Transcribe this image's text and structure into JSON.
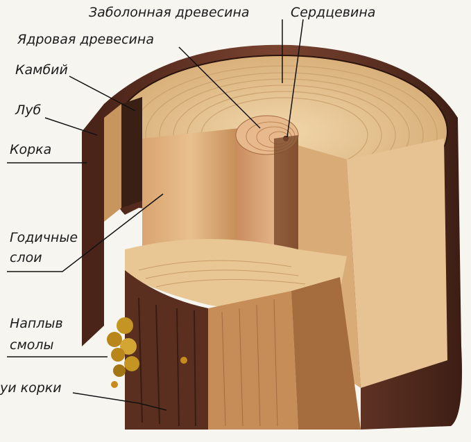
{
  "labels": {
    "sapwood": "Заболонная древесина",
    "pith": "Сердцевина",
    "heartwood": "Ядровая древесина",
    "cambium": "Камбий",
    "phloem": "Луб",
    "bark": "Корка",
    "annual_rings_1": "Годичные",
    "annual_rings_2": "слои",
    "resin_1": "Наплыв",
    "resin_2": "смолы",
    "bark_layers": "уи корки"
  },
  "colors": {
    "bark": "#6e3a27",
    "bark_dark": "#3a1f15",
    "cambium": "#8a4a2f",
    "wood_light": "#e8c89a",
    "wood_ring": "#c99a66",
    "heartwood": "#d9a77a",
    "resin": "#c49522",
    "line": "#111111"
  }
}
